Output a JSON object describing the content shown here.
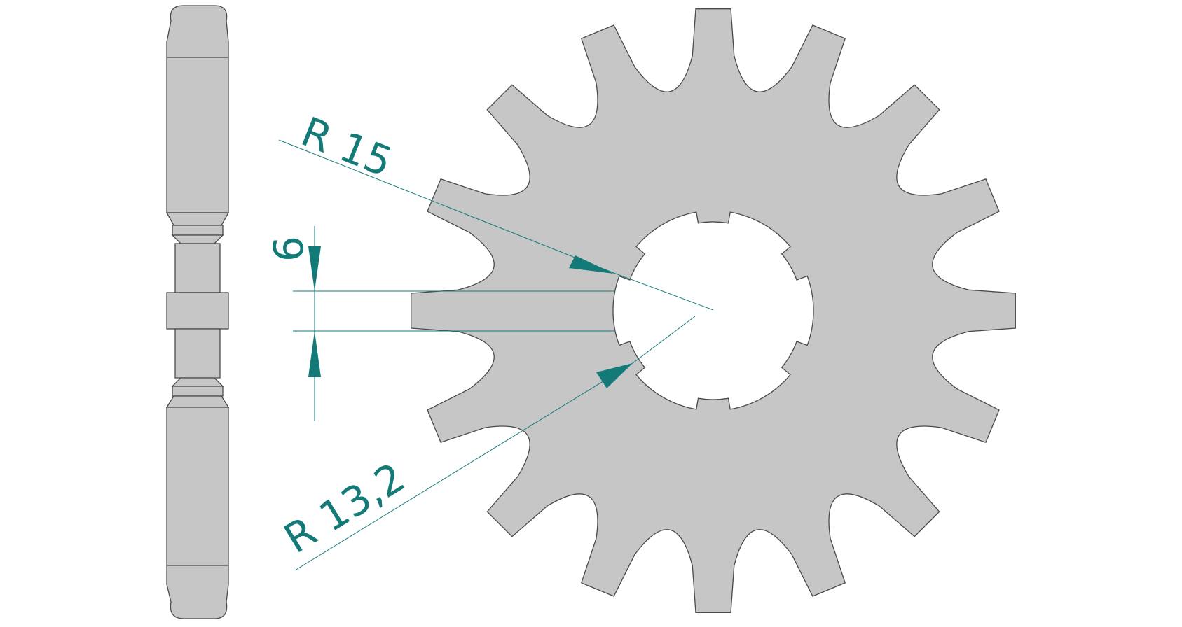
{
  "colors": {
    "part_fill": "#c6c6c6",
    "part_stroke": "#4a4a4a",
    "dimension": "#137a78",
    "background": "#ffffff"
  },
  "sprocket": {
    "teeth": 16
  },
  "dimensions": {
    "outer_radius_label": "R 15",
    "inner_radius_label": "R 13,2",
    "spline_width_label": "6"
  }
}
